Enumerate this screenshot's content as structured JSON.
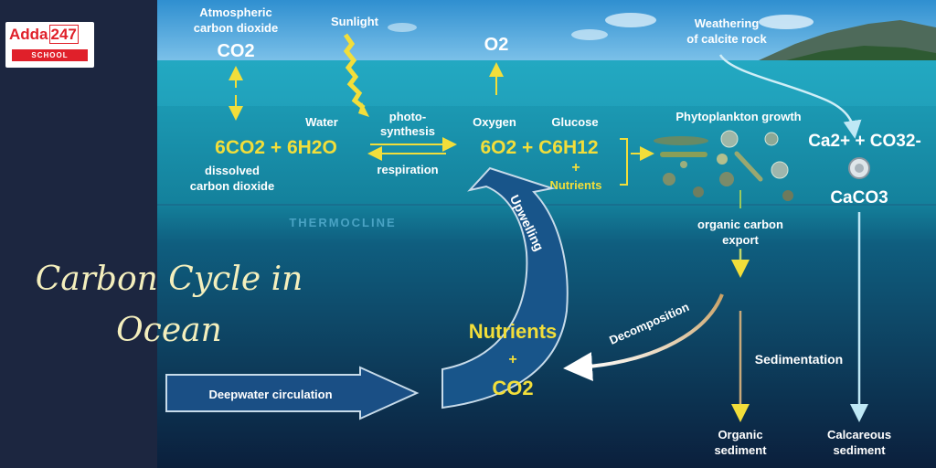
{
  "logo": {
    "brand": "Adda",
    "number": "247",
    "tag": "SCHOOL"
  },
  "title": "Carbon Cycle in\nOcean",
  "diagram": {
    "atmospheric_line1": "Atmospheric",
    "atmospheric_line2": "carbon dioxide",
    "co2_top": "CO2",
    "sunlight": "Sunlight",
    "o2": "O2",
    "weathering_line1": "Weathering",
    "weathering_line2": "of calcite rock",
    "water": "Water",
    "photo_line1": "photo-",
    "photo_line2": "synthesis",
    "respiration": "respiration",
    "oxygen": "Oxygen",
    "glucose": "Glucose",
    "phytoplankton": "Phytoplankton growth",
    "eq_left": "6CO2 + 6H2O",
    "eq_right": "6O2 + C6H12",
    "plus": "+",
    "nutrients_small": "Nutrients",
    "dissolved_line1": "dissolved",
    "dissolved_line2": "carbon dioxide",
    "calcium": "Ca2+ + CO32-",
    "caco3": "CaCO3",
    "thermocline": "THERMOCLINE",
    "organic_export_line1": "organic carbon",
    "organic_export_line2": "export",
    "upwelling": "Upwelling",
    "nutrients_big": "Nutrients",
    "co2_bottom": "CO2",
    "decomposition": "Decomposition",
    "sedimentation": "Sedimentation",
    "deepwater": "Deepwater circulation",
    "organic_sediment_line1": "Organic",
    "organic_sediment_line2": "sediment",
    "calcareous_line1": "Calcareous",
    "calcareous_line2": "sediment"
  },
  "colors": {
    "background": "#1c2640",
    "title": "#f4efbd",
    "equation": "#f2de3a",
    "label": "#ffffff",
    "thermocline": "#4aa3c4",
    "brand_red": "#e0202a"
  }
}
